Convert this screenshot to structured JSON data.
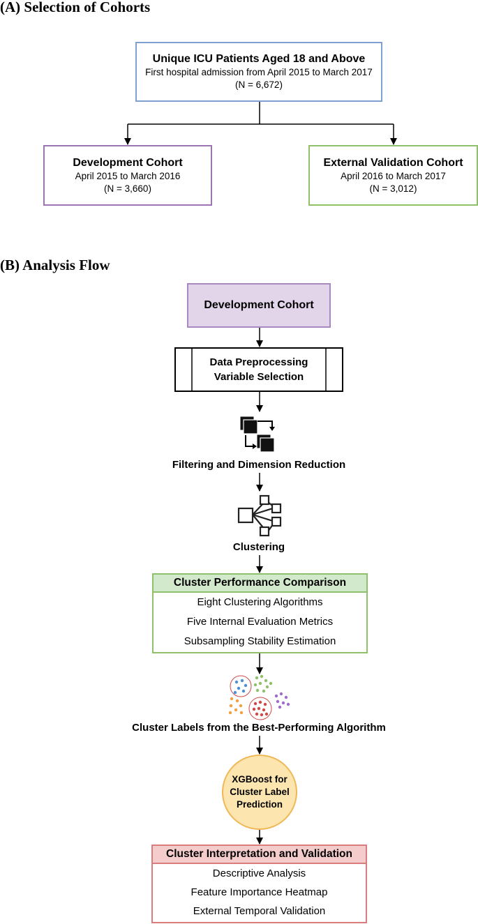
{
  "sectionA": {
    "title": "(A) Selection of Cohorts",
    "top_box": {
      "title": "Unique ICU Patients Aged 18 and Above",
      "line1": "First hospital admission from April 2015 to March 2017",
      "line2": "(N = 6,672)",
      "border_color": "#7f9fd0"
    },
    "dev_box": {
      "title": "Development Cohort",
      "line1": "April 2015 to March 2016",
      "line2": "(N = 3,660)",
      "border_color": "#9b74b2"
    },
    "ext_box": {
      "title": "External Validation Cohort",
      "line1": "April 2016 to March 2017",
      "line2": "(N = 3,012)",
      "border_color": "#8fc06a"
    }
  },
  "sectionB": {
    "title": "(B) Analysis Flow",
    "dev_cohort": {
      "label": "Development Cohort",
      "fill": "#e2d5ea",
      "border": "#a889bf"
    },
    "preprocess": {
      "line1": "Data Preprocessing",
      "line2": "Variable Selection"
    },
    "filtering_label": "Filtering and Dimension Reduction",
    "clustering_label": "Clustering",
    "performance": {
      "header": "Cluster Performance Comparison",
      "header_fill": "#d3e9cc",
      "border": "#8fc06a",
      "rows": [
        "Eight Clustering Algorithms",
        "Five Internal Evaluation Metrics",
        "Subsampling Stability Estimation"
      ]
    },
    "cluster_labels": "Cluster Labels from the Best-Performing Algorithm",
    "xgboost": {
      "line1": "XGBoost for",
      "line2": "Cluster Label",
      "line3": "Prediction",
      "fill": "#fde5b0",
      "border": "#f0b855"
    },
    "interpretation": {
      "header": "Cluster Interpretation and Validation",
      "header_fill": "#f5cccc",
      "border": "#d97c7c",
      "rows": [
        "Descriptive Analysis",
        "Feature Importance Heatmap",
        "External Temporal Validation"
      ]
    },
    "dot_colors": [
      "#4a8fd8",
      "#8fc06a",
      "#a06cc8",
      "#f0a040",
      "#d04848"
    ]
  }
}
